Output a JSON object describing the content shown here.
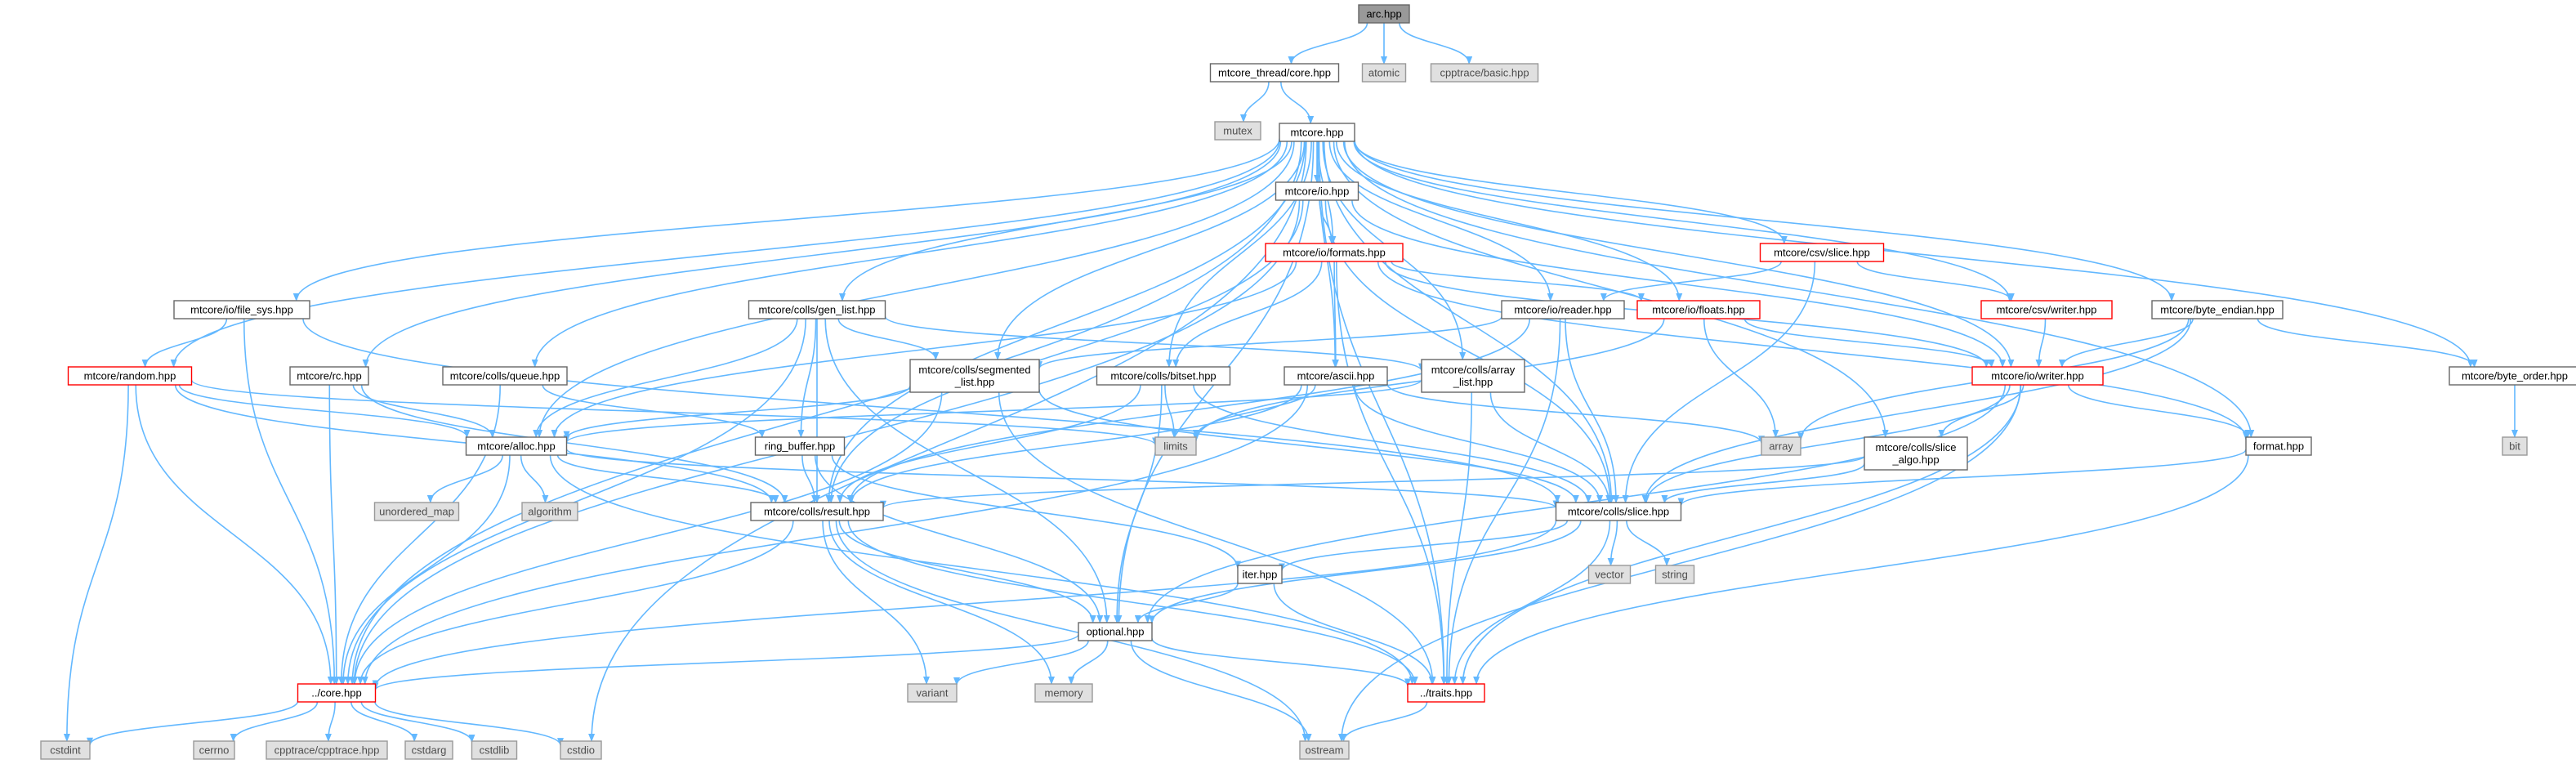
{
  "diagram": {
    "type": "include-dependency-graph",
    "colors": {
      "edge": "#63b8ff",
      "node_fill": "#ffffff",
      "node_border": "#666666",
      "root_fill": "#999999",
      "root_border": "#666666",
      "external_fill": "#e0e0e0",
      "external_border": "#999999",
      "truncated_border": "#ff0000",
      "text": "#000000",
      "external_text": "#4d4d4d"
    },
    "nodes": [
      {
        "id": "arc",
        "label": "arc.hpp",
        "kind": "root"
      },
      {
        "id": "thread_core",
        "label": "mtcore_thread/core.hpp",
        "kind": "normal"
      },
      {
        "id": "atomic",
        "label": "atomic",
        "kind": "external"
      },
      {
        "id": "cpptrace_basic",
        "label": "cpptrace/basic.hpp",
        "kind": "external"
      },
      {
        "id": "mutex",
        "label": "mutex",
        "kind": "external"
      },
      {
        "id": "mtcore",
        "label": "mtcore.hpp",
        "kind": "normal"
      },
      {
        "id": "io_hpp",
        "label": "mtcore/io.hpp",
        "kind": "normal"
      },
      {
        "id": "io_formats",
        "label": "mtcore/io/formats.hpp",
        "kind": "truncated"
      },
      {
        "id": "csv_slice",
        "label": "mtcore/csv/slice.hpp",
        "kind": "truncated"
      },
      {
        "id": "file_sys",
        "label": "mtcore/io/file_sys.hpp",
        "kind": "normal"
      },
      {
        "id": "gen_list",
        "label": "mtcore/colls/gen_list.hpp",
        "kind": "normal"
      },
      {
        "id": "io_reader",
        "label": "mtcore/io/reader.hpp",
        "kind": "normal"
      },
      {
        "id": "io_floats",
        "label": "mtcore/io/floats.hpp",
        "kind": "truncated"
      },
      {
        "id": "csv_writer",
        "label": "mtcore/csv/writer.hpp",
        "kind": "truncated"
      },
      {
        "id": "byte_endian",
        "label": "mtcore/byte_endian.hpp",
        "kind": "normal"
      },
      {
        "id": "random",
        "label": "mtcore/random.hpp",
        "kind": "truncated"
      },
      {
        "id": "rc",
        "label": "mtcore/rc.hpp",
        "kind": "normal"
      },
      {
        "id": "queue",
        "label": "mtcore/colls/queue.hpp",
        "kind": "normal"
      },
      {
        "id": "segmented",
        "label": "mtcore/colls/segmented\n_list.hpp",
        "kind": "normal"
      },
      {
        "id": "bitset",
        "label": "mtcore/colls/bitset.hpp",
        "kind": "normal"
      },
      {
        "id": "ascii",
        "label": "mtcore/ascii.hpp",
        "kind": "normal"
      },
      {
        "id": "array_list",
        "label": "mtcore/colls/array\n_list.hpp",
        "kind": "normal"
      },
      {
        "id": "io_writer",
        "label": "mtcore/io/writer.hpp",
        "kind": "truncated"
      },
      {
        "id": "byte_order",
        "label": "mtcore/byte_order.hpp",
        "kind": "normal"
      },
      {
        "id": "bit",
        "label": "bit",
        "kind": "external"
      },
      {
        "id": "alloc",
        "label": "mtcore/alloc.hpp",
        "kind": "normal"
      },
      {
        "id": "ring_buffer",
        "label": "ring_buffer.hpp",
        "kind": "normal"
      },
      {
        "id": "limits",
        "label": "limits",
        "kind": "external"
      },
      {
        "id": "array",
        "label": "array",
        "kind": "external"
      },
      {
        "id": "slice_algo",
        "label": "mtcore/colls/slice\n_algo.hpp",
        "kind": "normal"
      },
      {
        "id": "format",
        "label": "format.hpp",
        "kind": "normal"
      },
      {
        "id": "unordered_map",
        "label": "unordered_map",
        "kind": "external"
      },
      {
        "id": "algorithm",
        "label": "algorithm",
        "kind": "external"
      },
      {
        "id": "result",
        "label": "mtcore/colls/result.hpp",
        "kind": "normal"
      },
      {
        "id": "slice",
        "label": "mtcore/colls/slice.hpp",
        "kind": "normal"
      },
      {
        "id": "vector",
        "label": "vector",
        "kind": "external"
      },
      {
        "id": "string",
        "label": "string",
        "kind": "external"
      },
      {
        "id": "iter",
        "label": "iter.hpp",
        "kind": "normal"
      },
      {
        "id": "optional",
        "label": "optional.hpp",
        "kind": "normal"
      },
      {
        "id": "variant",
        "label": "variant",
        "kind": "external"
      },
      {
        "id": "memory",
        "label": "memory",
        "kind": "external"
      },
      {
        "id": "core",
        "label": "../core.hpp",
        "kind": "truncated"
      },
      {
        "id": "traits",
        "label": "../traits.hpp",
        "kind": "truncated"
      },
      {
        "id": "cstdint",
        "label": "cstdint",
        "kind": "external"
      },
      {
        "id": "cerrno",
        "label": "cerrno",
        "kind": "external"
      },
      {
        "id": "cpptrace_hpp",
        "label": "cpptrace/cpptrace.hpp",
        "kind": "external"
      },
      {
        "id": "cstdarg",
        "label": "cstdarg",
        "kind": "external"
      },
      {
        "id": "cstdlib",
        "label": "cstdlib",
        "kind": "external"
      },
      {
        "id": "cstdio",
        "label": "cstdio",
        "kind": "external"
      },
      {
        "id": "ostream",
        "label": "ostream",
        "kind": "external"
      }
    ],
    "edges": [
      [
        "arc",
        "thread_core"
      ],
      [
        "arc",
        "atomic"
      ],
      [
        "arc",
        "cpptrace_basic"
      ],
      [
        "thread_core",
        "mutex"
      ],
      [
        "thread_core",
        "mtcore"
      ],
      [
        "mtcore",
        "io_hpp"
      ],
      [
        "mtcore",
        "io_formats"
      ],
      [
        "mtcore",
        "csv_slice"
      ],
      [
        "mtcore",
        "file_sys"
      ],
      [
        "mtcore",
        "gen_list"
      ],
      [
        "mtcore",
        "io_reader"
      ],
      [
        "mtcore",
        "io_floats"
      ],
      [
        "mtcore",
        "csv_writer"
      ],
      [
        "mtcore",
        "byte_endian"
      ],
      [
        "mtcore",
        "random"
      ],
      [
        "mtcore",
        "rc"
      ],
      [
        "mtcore",
        "queue"
      ],
      [
        "mtcore",
        "segmented"
      ],
      [
        "mtcore",
        "bitset"
      ],
      [
        "mtcore",
        "ascii"
      ],
      [
        "mtcore",
        "array_list"
      ],
      [
        "mtcore",
        "io_writer"
      ],
      [
        "mtcore",
        "byte_order"
      ],
      [
        "mtcore",
        "alloc"
      ],
      [
        "mtcore",
        "result"
      ],
      [
        "mtcore",
        "slice"
      ],
      [
        "mtcore",
        "slice_algo"
      ],
      [
        "mtcore",
        "format"
      ],
      [
        "mtcore",
        "optional"
      ],
      [
        "mtcore",
        "core"
      ],
      [
        "mtcore",
        "traits"
      ],
      [
        "mtcore",
        "cstdio"
      ],
      [
        "io_hpp",
        "io_formats"
      ],
      [
        "io_hpp",
        "io_writer"
      ],
      [
        "io_hpp",
        "result"
      ],
      [
        "io_hpp",
        "slice"
      ],
      [
        "io_hpp",
        "core"
      ],
      [
        "io_formats",
        "io_floats"
      ],
      [
        "io_formats",
        "io_writer"
      ],
      [
        "io_formats",
        "bitset"
      ],
      [
        "io_formats",
        "ascii"
      ],
      [
        "io_formats",
        "alloc"
      ],
      [
        "io_formats",
        "format"
      ],
      [
        "io_formats",
        "traits"
      ],
      [
        "csv_slice",
        "io_reader"
      ],
      [
        "csv_slice",
        "csv_writer"
      ],
      [
        "csv_slice",
        "slice"
      ],
      [
        "file_sys",
        "random"
      ],
      [
        "file_sys",
        "core"
      ],
      [
        "file_sys",
        "slice"
      ],
      [
        "gen_list",
        "alloc"
      ],
      [
        "gen_list",
        "ring_buffer"
      ],
      [
        "gen_list",
        "result"
      ],
      [
        "gen_list",
        "optional"
      ],
      [
        "gen_list",
        "array_list"
      ],
      [
        "gen_list",
        "segmented"
      ],
      [
        "gen_list",
        "core"
      ],
      [
        "io_reader",
        "segmented"
      ],
      [
        "io_reader",
        "result"
      ],
      [
        "io_reader",
        "slice"
      ],
      [
        "io_reader",
        "traits"
      ],
      [
        "io_floats",
        "io_writer"
      ],
      [
        "io_floats",
        "array"
      ],
      [
        "io_floats",
        "limits"
      ],
      [
        "csv_writer",
        "io_writer"
      ],
      [
        "byte_endian",
        "byte_order"
      ],
      [
        "byte_endian",
        "io_writer"
      ],
      [
        "byte_endian",
        "array"
      ],
      [
        "byte_endian",
        "slice"
      ],
      [
        "random",
        "alloc"
      ],
      [
        "random",
        "result"
      ],
      [
        "random",
        "core"
      ],
      [
        "random",
        "cstdint"
      ],
      [
        "random",
        "limits"
      ],
      [
        "rc",
        "alloc"
      ],
      [
        "rc",
        "core"
      ],
      [
        "rc",
        "result"
      ],
      [
        "queue",
        "ring_buffer"
      ],
      [
        "queue",
        "core"
      ],
      [
        "segmented",
        "alloc"
      ],
      [
        "segmented",
        "slice"
      ],
      [
        "segmented",
        "traits"
      ],
      [
        "segmented",
        "core"
      ],
      [
        "bitset",
        "limits"
      ],
      [
        "bitset",
        "result"
      ],
      [
        "bitset",
        "slice"
      ],
      [
        "bitset",
        "optional"
      ],
      [
        "ascii",
        "result"
      ],
      [
        "ascii",
        "slice"
      ],
      [
        "ascii",
        "array"
      ],
      [
        "ascii",
        "core"
      ],
      [
        "ascii",
        "limits"
      ],
      [
        "array_list",
        "alloc"
      ],
      [
        "array_list",
        "slice"
      ],
      [
        "array_list",
        "traits"
      ],
      [
        "io_writer",
        "slice_algo"
      ],
      [
        "io_writer",
        "format"
      ],
      [
        "io_writer",
        "slice"
      ],
      [
        "io_writer",
        "traits"
      ],
      [
        "io_writer",
        "ostream"
      ],
      [
        "io_writer",
        "optional"
      ],
      [
        "byte_order",
        "bit"
      ],
      [
        "alloc",
        "unordered_map"
      ],
      [
        "alloc",
        "algorithm"
      ],
      [
        "alloc",
        "result"
      ],
      [
        "alloc",
        "slice"
      ],
      [
        "alloc",
        "core"
      ],
      [
        "alloc",
        "traits"
      ],
      [
        "ring_buffer",
        "result"
      ],
      [
        "ring_buffer",
        "iter"
      ],
      [
        "ring_buffer",
        "optional"
      ],
      [
        "slice_algo",
        "slice"
      ],
      [
        "slice_algo",
        "result"
      ],
      [
        "format",
        "slice"
      ],
      [
        "format",
        "traits"
      ],
      [
        "result",
        "optional"
      ],
      [
        "result",
        "variant"
      ],
      [
        "result",
        "memory"
      ],
      [
        "result",
        "core"
      ],
      [
        "result",
        "traits"
      ],
      [
        "result",
        "ostream"
      ],
      [
        "slice",
        "vector"
      ],
      [
        "slice",
        "string"
      ],
      [
        "slice",
        "iter"
      ],
      [
        "slice",
        "optional"
      ],
      [
        "slice",
        "core"
      ],
      [
        "slice",
        "traits"
      ],
      [
        "iter",
        "optional"
      ],
      [
        "iter",
        "traits"
      ],
      [
        "optional",
        "variant"
      ],
      [
        "optional",
        "memory"
      ],
      [
        "optional",
        "core"
      ],
      [
        "optional",
        "traits"
      ],
      [
        "optional",
        "ostream"
      ],
      [
        "core",
        "cstdint"
      ],
      [
        "core",
        "cerrno"
      ],
      [
        "core",
        "cpptrace_hpp"
      ],
      [
        "core",
        "cstdarg"
      ],
      [
        "core",
        "cstdlib"
      ],
      [
        "core",
        "cstdio"
      ],
      [
        "traits",
        "ostream"
      ]
    ]
  }
}
